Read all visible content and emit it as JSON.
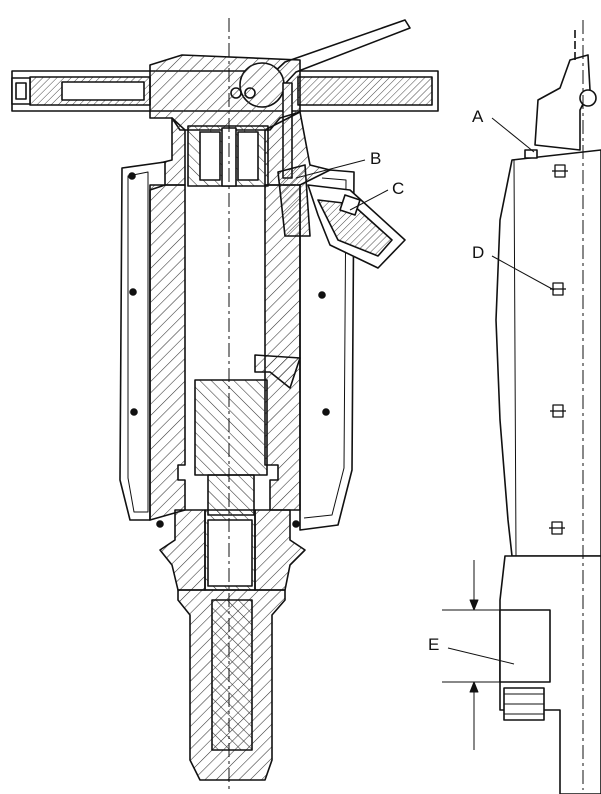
{
  "diagram": {
    "callouts": [
      {
        "id": "A",
        "label": "A"
      },
      {
        "id": "B",
        "label": "B"
      },
      {
        "id": "C",
        "label": "C"
      },
      {
        "id": "D",
        "label": "D"
      },
      {
        "id": "E",
        "label": "E"
      }
    ]
  },
  "colors": {
    "ink": "#111111",
    "hatch": "#333333",
    "background": "#ffffff"
  }
}
